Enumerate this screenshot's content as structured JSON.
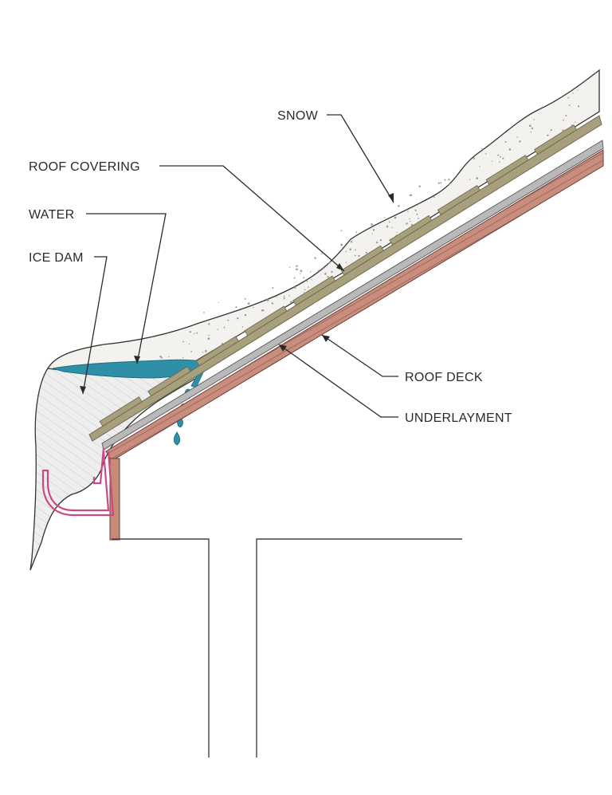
{
  "labels": {
    "snow": "SNOW",
    "roof_covering": "ROOF COVERING",
    "water": "WATER",
    "ice_dam": "ICE DAM",
    "roof_deck": "ROOF DECK",
    "underlayment": "UNDERLAYMENT"
  },
  "colors": {
    "snow_fill": "#f4f2ee",
    "snow_speckle": "#9a9a9a",
    "ice_fill": "#eeeeee",
    "ice_hatch": "#c8c8c8",
    "water": "#2f8fa6",
    "water_dark": "#1d6f83",
    "shingle": "#a89f7c",
    "shingle_edge": "#6f6a4e",
    "deck_wood": "#c98d7e",
    "deck_stripe": "#8e5a4d",
    "underlayment": "#b9b9b9",
    "fascia": "#c58a78",
    "gutter": "#c94a86",
    "lines": "#333333"
  }
}
